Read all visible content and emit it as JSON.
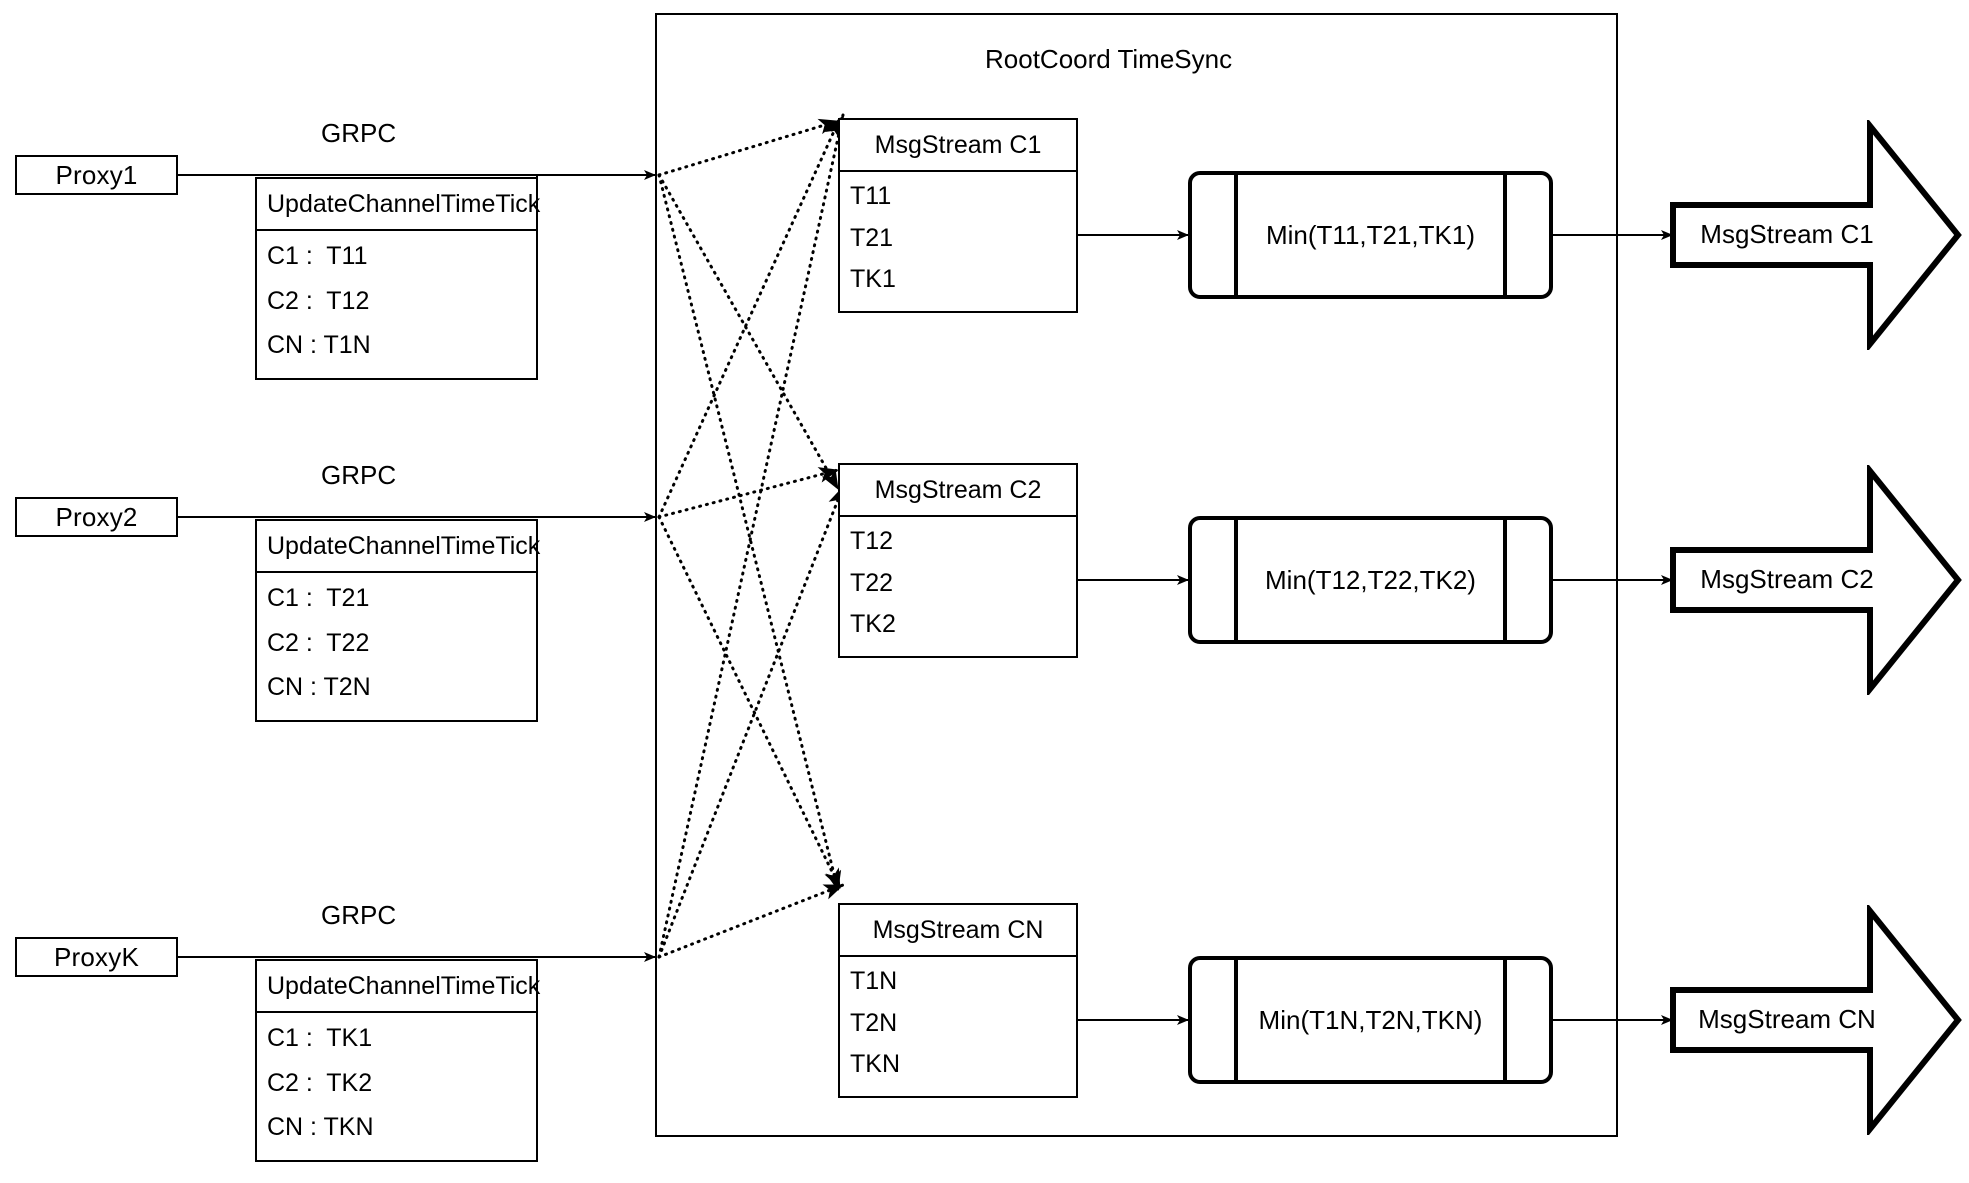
{
  "container": {
    "title": "RootCoord TimeSync"
  },
  "proxies": [
    {
      "name": "Proxy1",
      "link_label": "GRPC",
      "request": {
        "title": "UpdateChannelTimeTick",
        "rows": [
          "C1 :  T11",
          "C2 :  T12",
          "CN : T1N"
        ]
      }
    },
    {
      "name": "Proxy2",
      "link_label": "GRPC",
      "request": {
        "title": "UpdateChannelTimeTick",
        "rows": [
          "C1 :  T21",
          "C2 :  T22",
          "CN : T2N"
        ]
      }
    },
    {
      "name": "ProxyK",
      "link_label": "GRPC",
      "request": {
        "title": "UpdateChannelTimeTick",
        "rows": [
          "C1 :  TK1",
          "C2 :  TK2",
          "CN : TKN"
        ]
      }
    }
  ],
  "channels": [
    {
      "stream": {
        "title": "MsgStream C1",
        "rows": [
          "T11",
          "T21",
          "TK1"
        ]
      },
      "min_op": "Min(T11,T21,TK1)",
      "output": "MsgStream C1"
    },
    {
      "stream": {
        "title": "MsgStream C2",
        "rows": [
          "T12",
          "T22",
          "TK2"
        ]
      },
      "min_op": "Min(T12,T22,TK2)",
      "output": "MsgStream C2"
    },
    {
      "stream": {
        "title": "MsgStream CN",
        "rows": [
          "T1N",
          "T2N",
          "TKN"
        ]
      },
      "min_op": "Min(T1N,T2N,TKN)",
      "output": "MsgStream CN"
    }
  ],
  "colors": {
    "stroke": "#000000",
    "background": "#ffffff"
  }
}
